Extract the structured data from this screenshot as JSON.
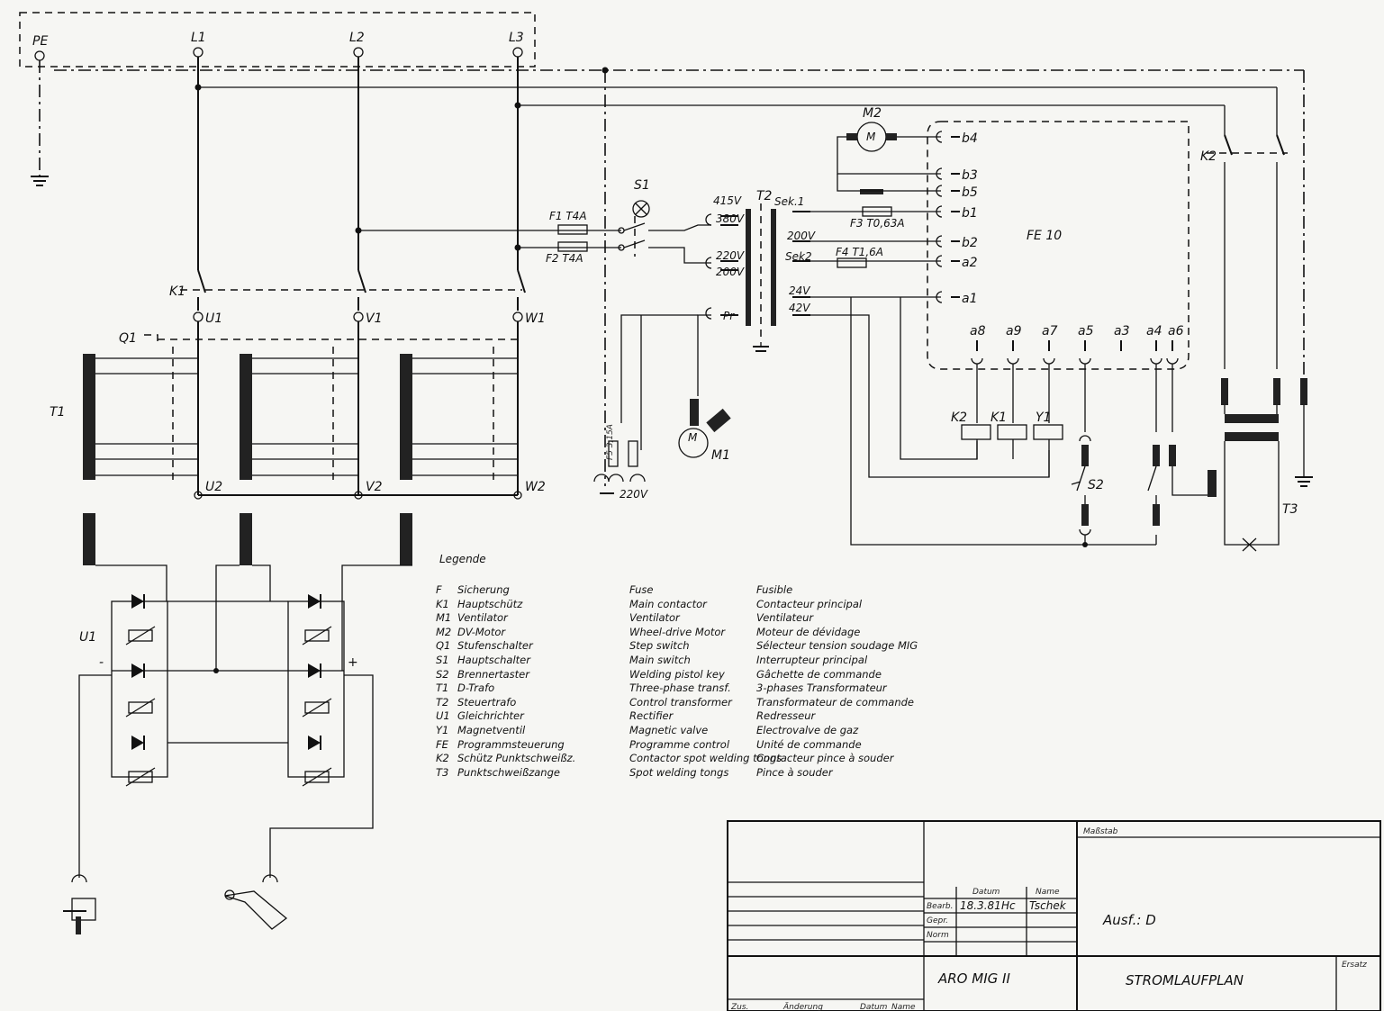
{
  "terminals": {
    "pe": "PE",
    "l1": "L1",
    "l2": "L2",
    "l3": "L3",
    "u1": "U1",
    "v1": "V1",
    "w1": "W1",
    "u2": "U2",
    "v2": "V2",
    "w2": "W2"
  },
  "components": {
    "k1": "K1",
    "k1_coil": "K1",
    "k2": "K2",
    "k2_coil": "K2",
    "q1": "Q1",
    "t1": "T1",
    "t2": "T2",
    "t3": "T3",
    "u1": "U1",
    "s1": "S1",
    "s2": "S2",
    "m1": "M1",
    "m2": "M2",
    "y1": "Y1",
    "fe10": "FE 10",
    "motor_m": "M"
  },
  "fuses": {
    "f1": "F1 T4A",
    "f2": "F2 T4A",
    "f3": "F3 T0,63A",
    "f4": "F4 T1,6A",
    "f5": "F5 3,15A"
  },
  "transformer_taps": {
    "v415": "415V",
    "v380": "380V",
    "v220": "220V",
    "v200a": "200V",
    "sek1": "Sek.1",
    "v200b": "200V",
    "sek2": "Sek2",
    "v24": "24V",
    "v42": "42V",
    "pr": "Pr",
    "mains220": "220V"
  },
  "fe_pins": {
    "b4": "b4",
    "b3": "b3",
    "b5": "b5",
    "b1": "b1",
    "b2": "b2",
    "a2": "a2",
    "a1": "a1",
    "a8": "a8",
    "a9": "a9",
    "a7": "a7",
    "a5": "a5",
    "a3": "a3",
    "a4": "a4",
    "a6": "a6"
  },
  "polarity": {
    "minus": "-",
    "plus": "+"
  },
  "legend": {
    "title": "Legende",
    "rows": [
      {
        "code": "F",
        "de": "Sicherung",
        "en": "Fuse",
        "fr": "Fusible"
      },
      {
        "code": "K1",
        "de": "Hauptschütz",
        "en": "Main contactor",
        "fr": "Contacteur principal"
      },
      {
        "code": "M1",
        "de": "Ventilator",
        "en": "Ventilator",
        "fr": "Ventilateur"
      },
      {
        "code": "M2",
        "de": "DV-Motor",
        "en": "Wheel-drive Motor",
        "fr": "Moteur de dévidage"
      },
      {
        "code": "Q1",
        "de": "Stufenschalter",
        "en": "Step switch",
        "fr": "Sélecteur tension soudage MIG"
      },
      {
        "code": "S1",
        "de": "Hauptschalter",
        "en": "Main switch",
        "fr": "Interrupteur principal"
      },
      {
        "code": "S2",
        "de": "Brennertaster",
        "en": "Welding pistol key",
        "fr": "Gâchette de commande"
      },
      {
        "code": "T1",
        "de": "D-Trafo",
        "en": "Three-phase transf.",
        "fr": "3-phases Transformateur"
      },
      {
        "code": "T2",
        "de": "Steuertrafo",
        "en": "Control transformer",
        "fr": "Transformateur de commande"
      },
      {
        "code": "U1",
        "de": "Gleichrichter",
        "en": "Rectifier",
        "fr": "Redresseur"
      },
      {
        "code": "Y1",
        "de": "Magnetventil",
        "en": "Magnetic valve",
        "fr": "Electrovalve de gaz"
      },
      {
        "code": "FE",
        "de": "Programmsteuerung",
        "en": "Programme control",
        "fr": "Unité de commande"
      },
      {
        "code": "K2",
        "de": "Schütz Punktschweißz.",
        "en": "Contactor spot welding tongs",
        "fr": "Contacteur pince à souder"
      },
      {
        "code": "T3",
        "de": "Punktschweißzange",
        "en": "Spot welding tongs",
        "fr": "Pince à souder"
      }
    ]
  },
  "title_block": {
    "massstab": "Maßstab",
    "datum": "Datum",
    "name": "Name",
    "bearb": "Bearb.",
    "bearb_date": "18.3.81",
    "bearb_initials": "Hc",
    "bearb_name": "Tschek",
    "gepr": "Gepr.",
    "norm": "Norm",
    "ausf": "Ausf.: D",
    "product": "ARO MIG II",
    "drawing_title": "STROMLAUFPLAN",
    "ersatz": "Ersatz",
    "zus": "Zus.",
    "aenderung": "Änderung",
    "datum2": "Datum",
    "name2": "Name"
  }
}
